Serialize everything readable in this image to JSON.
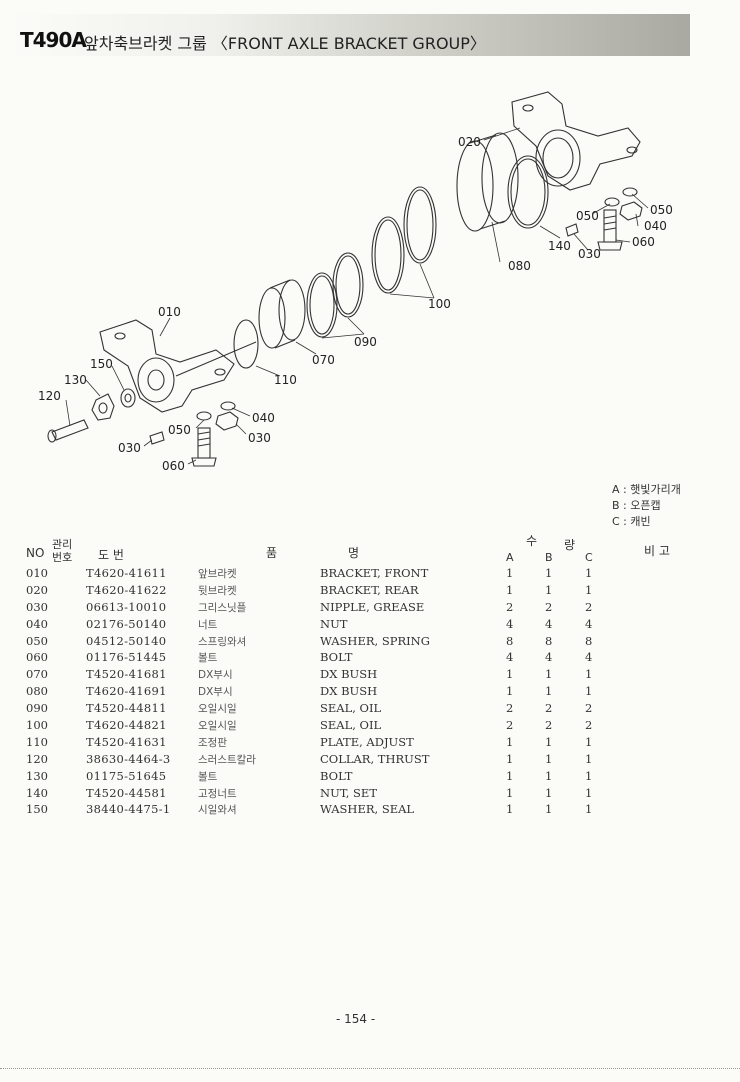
{
  "header": {
    "model": "T490A",
    "title": "앞차축브라켓 그룹 〈FRONT AXLE BRACKET GROUP〉"
  },
  "diagram": {
    "callouts": [
      "010",
      "020",
      "030",
      "030",
      "040",
      "040",
      "050",
      "050",
      "050",
      "060",
      "060",
      "070",
      "080",
      "090",
      "100",
      "110",
      "120",
      "130",
      "140",
      "150"
    ]
  },
  "legend": {
    "items": [
      "A : 햇빛가리개",
      "B : 오픈캡",
      "C : 캐빈"
    ]
  },
  "table": {
    "headers": {
      "no": "NO",
      "mgmt_top": "관리",
      "mgmt_bottom": "번호",
      "part_number": "도    번",
      "name_left": "품",
      "name_right": "명",
      "qty_left": "수",
      "qty_right": "량",
      "col_a": "A",
      "col_b": "B",
      "col_c": "C",
      "remarks": "비 고"
    },
    "rows": [
      {
        "no": "010",
        "pn": "T4620-41611",
        "kr": "앞브라켓",
        "en": "BRACKET, FRONT",
        "a": "1",
        "b": "1",
        "c": "1"
      },
      {
        "no": "020",
        "pn": "T4620-41622",
        "kr": "뒷브라켓",
        "en": "BRACKET, REAR",
        "a": "1",
        "b": "1",
        "c": "1"
      },
      {
        "no": "030",
        "pn": "06613-10010",
        "kr": "그리스닛플",
        "en": "NIPPLE, GREASE",
        "a": "2",
        "b": "2",
        "c": "2"
      },
      {
        "no": "040",
        "pn": "02176-50140",
        "kr": "너트",
        "en": "NUT",
        "a": "4",
        "b": "4",
        "c": "4"
      },
      {
        "no": "050",
        "pn": "04512-50140",
        "kr": "스프링와셔",
        "en": "WASHER, SPRING",
        "a": "8",
        "b": "8",
        "c": "8"
      },
      {
        "no": "060",
        "pn": "01176-51445",
        "kr": "볼트",
        "en": "BOLT",
        "a": "4",
        "b": "4",
        "c": "4"
      },
      {
        "no": "070",
        "pn": "T4520-41681",
        "kr": "DX부시",
        "en": "DX BUSH",
        "a": "1",
        "b": "1",
        "c": "1"
      },
      {
        "no": "080",
        "pn": "T4620-41691",
        "kr": "DX부시",
        "en": "DX BUSH",
        "a": "1",
        "b": "1",
        "c": "1"
      },
      {
        "no": "090",
        "pn": "T4520-44811",
        "kr": "오일시일",
        "en": "SEAL, OIL",
        "a": "2",
        "b": "2",
        "c": "2"
      },
      {
        "no": "100",
        "pn": "T4620-44821",
        "kr": "오일시일",
        "en": "SEAL, OIL",
        "a": "2",
        "b": "2",
        "c": "2"
      },
      {
        "no": "110",
        "pn": "T4520-41631",
        "kr": "조정판",
        "en": "PLATE, ADJUST",
        "a": "1",
        "b": "1",
        "c": "1"
      },
      {
        "no": "120",
        "pn": "38630-4464-3",
        "kr": "스러스트칼라",
        "en": "COLLAR, THRUST",
        "a": "1",
        "b": "1",
        "c": "1"
      },
      {
        "no": "130",
        "pn": "01175-51645",
        "kr": "볼트",
        "en": "BOLT",
        "a": "1",
        "b": "1",
        "c": "1"
      },
      {
        "no": "140",
        "pn": "T4520-44581",
        "kr": "고정너트",
        "en": "NUT, SET",
        "a": "1",
        "b": "1",
        "c": "1"
      },
      {
        "no": "150",
        "pn": "38440-4475-1",
        "kr": "시일와셔",
        "en": "WASHER, SEAL",
        "a": "1",
        "b": "1",
        "c": "1"
      }
    ]
  },
  "footer": {
    "page": "- 154 -"
  }
}
